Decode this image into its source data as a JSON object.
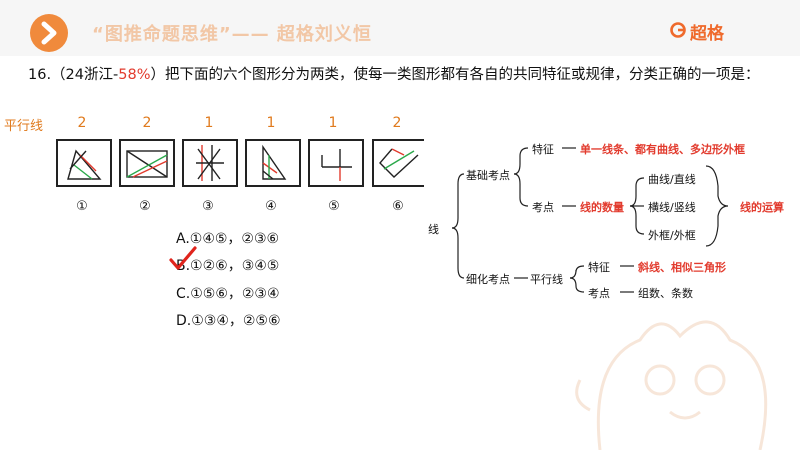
{
  "header": {
    "title": "“图推命题思维”—— 超格刘义恒",
    "brand": "超格",
    "colors": {
      "accent": "#f08a3c",
      "brand": "#ef6a2c",
      "title": "#f2c7a6"
    }
  },
  "question": {
    "prefix": "16.（24浙江-",
    "highlight": "58%",
    "suffix": "）把下面的六个图形分为两类，使每一类图形都有各自的共同特征或规律，分类正确的一项是："
  },
  "side_label": "平行线",
  "counts": [
    "2",
    "2",
    "1",
    "1",
    "1",
    "2"
  ],
  "figure_numbers": [
    "①",
    "②",
    "③",
    "④",
    "⑤",
    "⑥"
  ],
  "options": [
    {
      "text": "A.①④⑤，②③⑥"
    },
    {
      "text": "B.①②⑥，③④⑤"
    },
    {
      "text": "C.①⑤⑥，②③④"
    },
    {
      "text": "D.①③④，②⑤⑥"
    }
  ],
  "selected_option": "B",
  "mindmap": {
    "root": "线",
    "basic": "基础考点",
    "feature": "特征",
    "feature_val": "单一线条、都有曲线、多边形外框",
    "point": "考点",
    "point_val": "线的数量",
    "sub": [
      "曲线/直线",
      "横线/竖线",
      "外框/外框"
    ],
    "ops": "线的运算",
    "refined": "细化考点",
    "parallel": "平行线",
    "refined_feature": "特征",
    "refined_feature_val": "斜线、相似三角形",
    "refined_point": "考点",
    "refined_point_val": "组数、条数"
  }
}
